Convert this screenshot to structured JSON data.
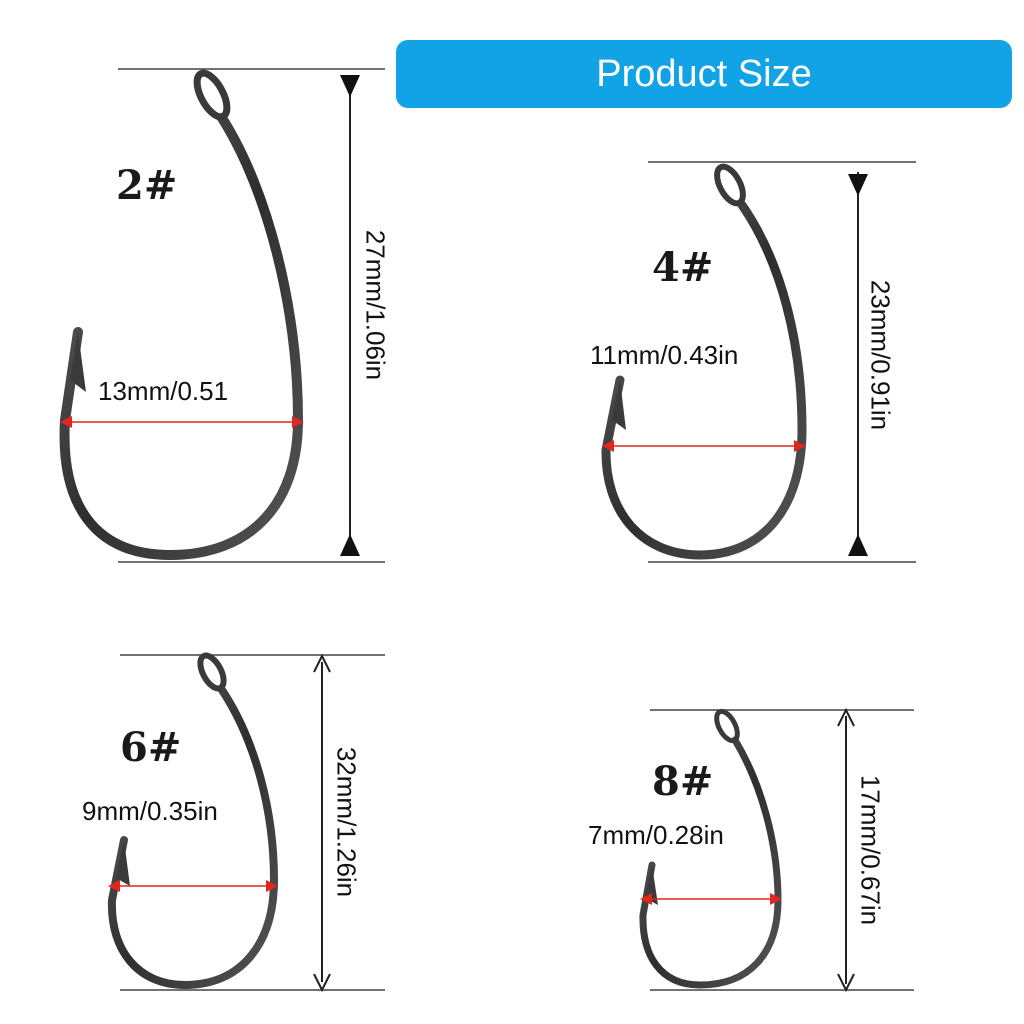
{
  "banner": {
    "title": "Product Size"
  },
  "hooks": [
    {
      "size": "2#",
      "width": "13mm/0.51",
      "length": "27mm/1.06in"
    },
    {
      "size": "4#",
      "width": "11mm/0.43in",
      "length": "23mm/0.91in"
    },
    {
      "size": "6#",
      "width": "9mm/0.35in",
      "length": "32mm/1.26in"
    },
    {
      "size": "8#",
      "width": "7mm/0.28in",
      "length": "17mm/0.67in"
    }
  ],
  "colors": {
    "banner": "#12a3e6",
    "measure_arrow": "#e0271f",
    "hook": "#3a3a3a"
  }
}
